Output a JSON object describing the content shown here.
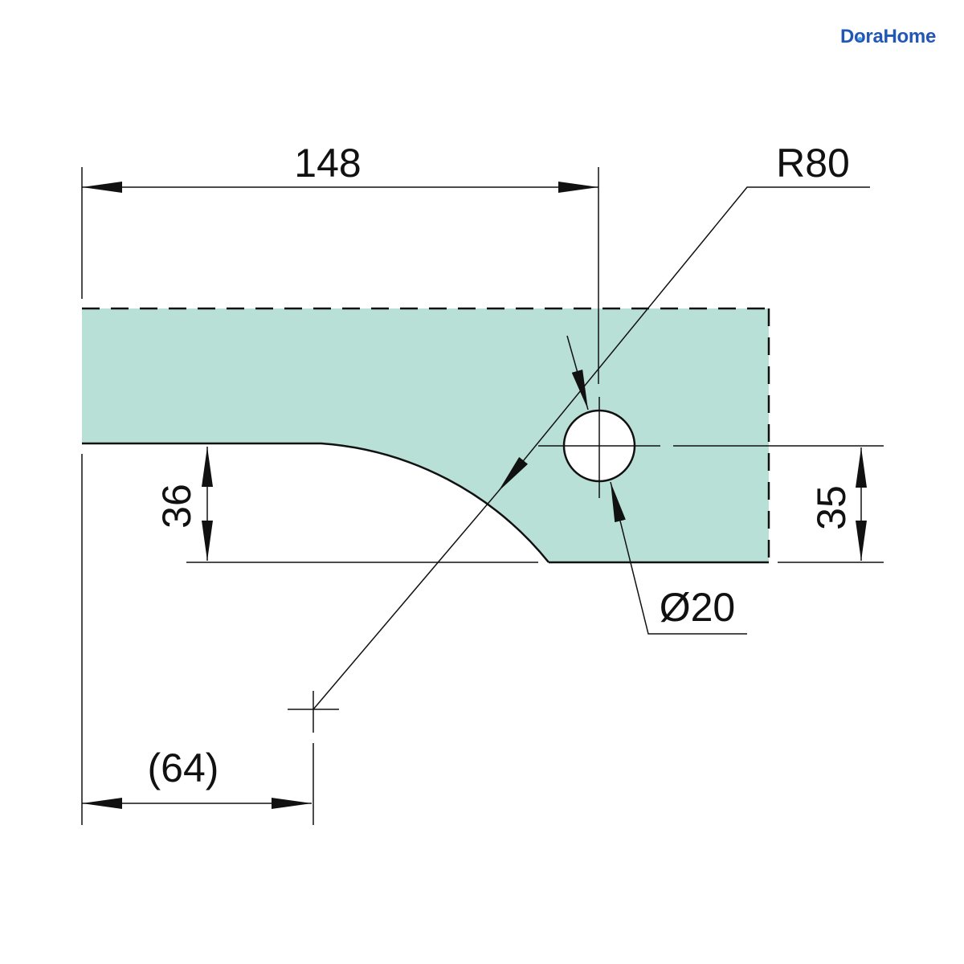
{
  "brand": {
    "logo_part1": "D",
    "logo_o": "o",
    "logo_part2": "raHome",
    "color": "#2158b8",
    "accent": "#4aa7e8"
  },
  "drawing": {
    "glass_fill": "#b8e0d6",
    "line_color": "#111111",
    "dimensions": {
      "width_148": "148",
      "radius_r80": "R80",
      "height_36": "36",
      "height_35": "35",
      "hole_d20": "Ø20",
      "offset_64": "(64)"
    }
  }
}
